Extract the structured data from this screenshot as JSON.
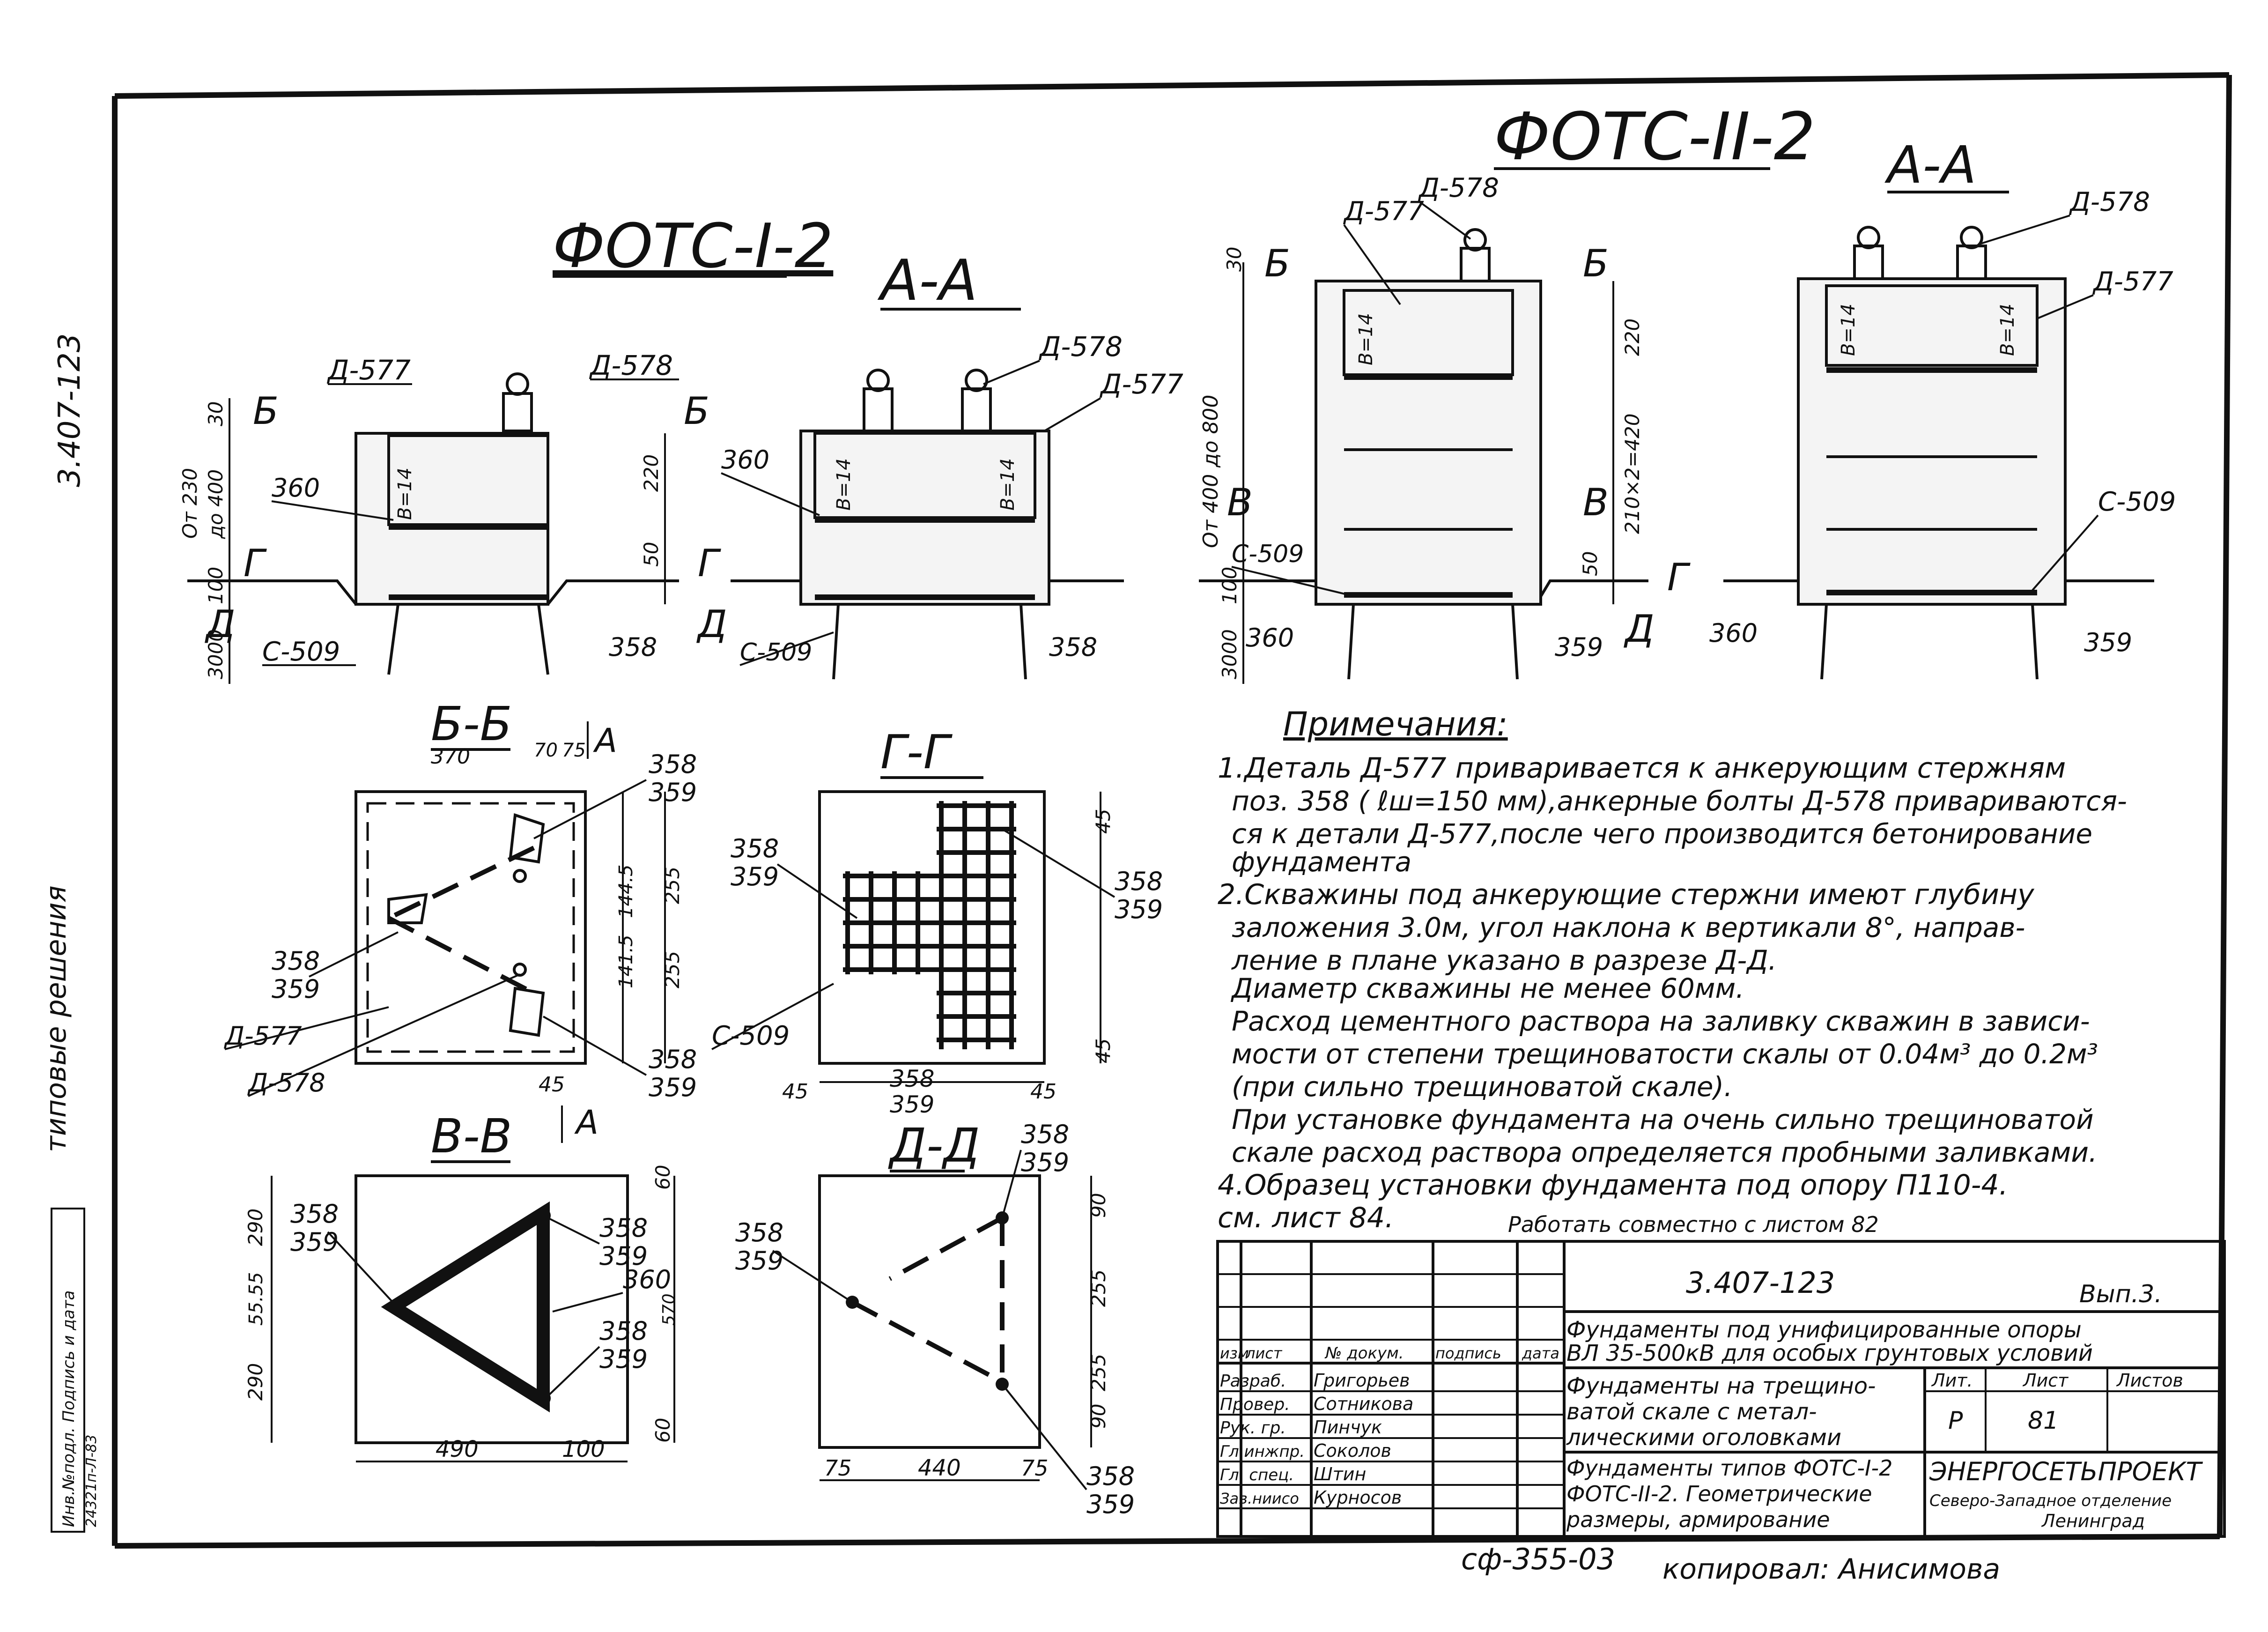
{
  "left_margin": {
    "doc_code": "3.407-123",
    "series_label": "типовые решения",
    "inv_label": "Инв.№подл. Подпись и дата",
    "inv_value": "24321п-Л-83"
  },
  "view1": {
    "title": "ФОТС-I-2",
    "section_aa": "А-А",
    "labels": {
      "d577": "Д-577",
      "d578": "Д-578",
      "b_left": "Б",
      "b_right": "Б",
      "g": "Г",
      "d": "Д",
      "c509": "С-509",
      "n360": "360",
      "n358": "358",
      "b14": "В=14",
      "dim30": "30",
      "dim_from230": "От 230",
      "dim_to400": "до 400",
      "dim220": "220",
      "dim50": "50",
      "dim100": "100",
      "dim3000": "3000"
    }
  },
  "view2": {
    "labels": {
      "d578": "Д-578",
      "d577": "Д-577",
      "n360": "360",
      "b14a": "В=14",
      "b14b": "В=14",
      "g": "Г",
      "d": "Д",
      "c509": "С-509",
      "n358": "358"
    }
  },
  "view3": {
    "title": "ФОТС-II-2",
    "section_aa": "А-А",
    "labels": {
      "d578": "Д-578",
      "d577": "Д-577",
      "b_left": "Б",
      "b_right": "Б",
      "b14": "В=14",
      "dim30": "30",
      "dim_range": "От 400 до 800",
      "dim220": "220",
      "dim420": "210×2=420",
      "v_left": "В",
      "v_right": "В",
      "c509": "С-509",
      "dim50": "50",
      "dim100": "100",
      "dim3000": "3000",
      "n360": "360",
      "n359": "359",
      "g": "Г",
      "d": "Д"
    }
  },
  "view4": {
    "labels": {
      "d578": "Д-578",
      "d577": "Д-577",
      "b14a": "В=14",
      "b14b": "В=14",
      "c509": "С-509",
      "n360": "360",
      "n359": "359"
    }
  },
  "section_bb": {
    "title": "Б-Б",
    "labels": {
      "dim370": "370",
      "dim70": "70",
      "dim75": "75",
      "arrow_a": "А",
      "n358": "358",
      "n359": "359",
      "dim255a": "255",
      "dim1445": "144.5",
      "dim1415": "141.5",
      "dim255b": "255",
      "d577": "Д-577",
      "d578": "Д-578",
      "dim45": "45"
    }
  },
  "section_gg": {
    "title": "Г-Г",
    "labels": {
      "n358": "358",
      "n359": "359",
      "dim45a": "45",
      "dim45b": "45",
      "c509": "С-509",
      "dim45c": "45",
      "dim45d": "45"
    }
  },
  "section_vv": {
    "title": "В-В",
    "labels": {
      "arrow_a": "А",
      "dim60a": "60",
      "dim290a": "290",
      "dim5555": "55.55",
      "dim290b": "290",
      "dim60b": "60",
      "n358": "358",
      "n359": "359",
      "n360": "360",
      "dim570": "570",
      "dim490": "490",
      "dim100": "100"
    }
  },
  "section_dd": {
    "title": "Д-Д",
    "labels": {
      "n358": "358",
      "n359": "359",
      "dim90a": "90",
      "dim255a": "255",
      "dim255b": "255",
      "dim90b": "90",
      "dim75a": "75",
      "dim440": "440",
      "dim75b": "75"
    }
  },
  "notes": {
    "heading": "Примечания:",
    "lines": [
      "1.Деталь Д-577 приваривается к анкерующим стержням",
      "поз. 358 ( ℓш=150 мм),анкерные болты Д-578 привариваются-",
      "ся к детали Д-577,после чего производится бетонирование",
      "фундамента",
      "2.Скважины под анкерующие стержни имеют глубину",
      "заложения 3.0м, угол наклона к вертикали 8°, направ-",
      "ление в плане указано в разрезе Д-Д.",
      "Диаметр скважины не менее 60мм.",
      "Расход цементного раствора на заливку скважин в зависи-",
      "мости от степени трещиноватости скалы от 0.04м³ до 0.2м³",
      "(при сильно трещиноватой скале).",
      "При установке фундамента на очень сильно трещиноватой",
      "скале расход раствора определяется пробными заливками.",
      "4.Образец установки фундамента под опору П110-4.",
      "см. лист 84."
    ],
    "joint_work": "Работать совместно с листом 82"
  },
  "title_block": {
    "doc_number": "3.407-123",
    "issue": "Вып.3.",
    "header_cols": [
      "изм",
      "лист",
      "№ докум.",
      "подпись",
      "дата"
    ],
    "subject": "Фундаменты под унифицированные опоры ВЛ 35-500кВ для особых грунтовых условий",
    "subject_line1": "Фундаменты под унифицированные опоры",
    "subject_line2": "ВЛ 35-500кВ для особых грунтовых условий",
    "section_title": [
      "Фундаменты на трещино-",
      "ватой скале с метал-",
      "лическими оголовками"
    ],
    "sheet_title": [
      "Фундаменты типов ФОТС-I-2",
      "ФОТС-II-2. Геометрические",
      "размеры, армирование"
    ],
    "col_lit": "Лит.",
    "col_sheet": "Лист",
    "col_sheets": "Листов",
    "lit": "Р",
    "sheet": "81",
    "sheets": "",
    "roles": [
      {
        "role": "Разраб.",
        "name": "Григорьев"
      },
      {
        "role": "Провер.",
        "name": "Сотникова"
      },
      {
        "role": "Рук. гр.",
        "name": "Пинчук"
      },
      {
        "role": "Гл.инжпр.",
        "name": "Соколов"
      },
      {
        "role": "Гл. спец.",
        "name": "Штин"
      },
      {
        "role": "Зав.ниисо",
        "name": "Курносов"
      }
    ],
    "org": "ЭНЕРГОСЕТЬПРОЕКТ",
    "org_branch": "Северо-Западное отделение",
    "org_city": "Ленинград"
  },
  "footer": {
    "stamp": "сф-355-03",
    "copied": "копировал: Анисимова"
  }
}
